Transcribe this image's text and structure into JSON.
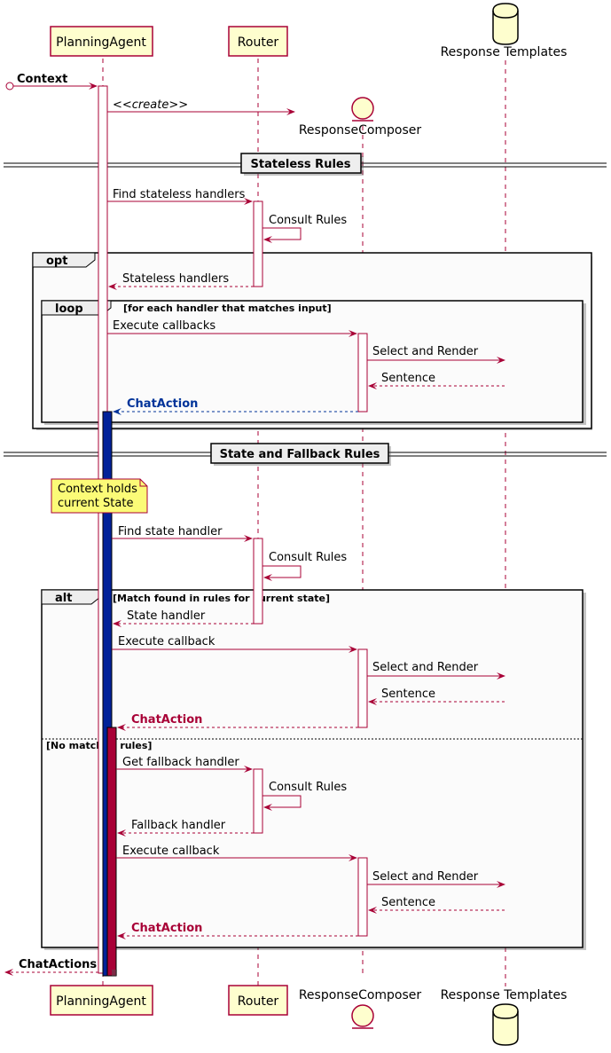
{
  "participants": {
    "planning_agent": "PlanningAgent",
    "router": "Router",
    "response_composer": "ResponseComposer",
    "response_templates": "Response Templates"
  },
  "dividers": {
    "stateless": "Stateless Rules",
    "state_fallback": "State and Fallback Rules"
  },
  "fragments": {
    "opt": "opt",
    "loop": "loop",
    "loop_condition": "[for each handler that matches input]",
    "alt": "alt",
    "alt_condition": "[Match found in rules for current state]",
    "else_condition": "[No match in rules]"
  },
  "note": {
    "line1": "Context holds",
    "line2": "current State"
  },
  "messages": {
    "context": "Context",
    "create": "<<create>>",
    "find_stateless": "Find stateless handlers",
    "consult_rules_1": "Consult Rules",
    "stateless_handlers": "Stateless handlers",
    "execute_callbacks": "Execute callbacks",
    "select_render_1": "Select and Render",
    "sentence_1": "Sentence",
    "chat_action_1": "ChatAction",
    "find_state_handler": "Find state handler",
    "consult_rules_2": "Consult Rules",
    "state_handler": "State handler",
    "execute_callback_1": "Execute callback",
    "select_render_2": "Select and Render",
    "sentence_2": "Sentence",
    "chat_action_2": "ChatAction",
    "get_fallback": "Get fallback handler",
    "consult_rules_3": "Consult Rules",
    "fallback_handler": "Fallback handler",
    "execute_callback_2": "Execute callback",
    "select_render_3": "Select and Render",
    "sentence_3": "Sentence",
    "chat_action_3": "ChatAction",
    "chat_actions": "ChatActions"
  },
  "colors": {
    "line": "#A80036",
    "participant_fill": "#FEFECE",
    "note_fill": "#FBFB77",
    "blue_activation": "#002299",
    "red_activation": "#A80036",
    "blue_text": "#003399"
  }
}
